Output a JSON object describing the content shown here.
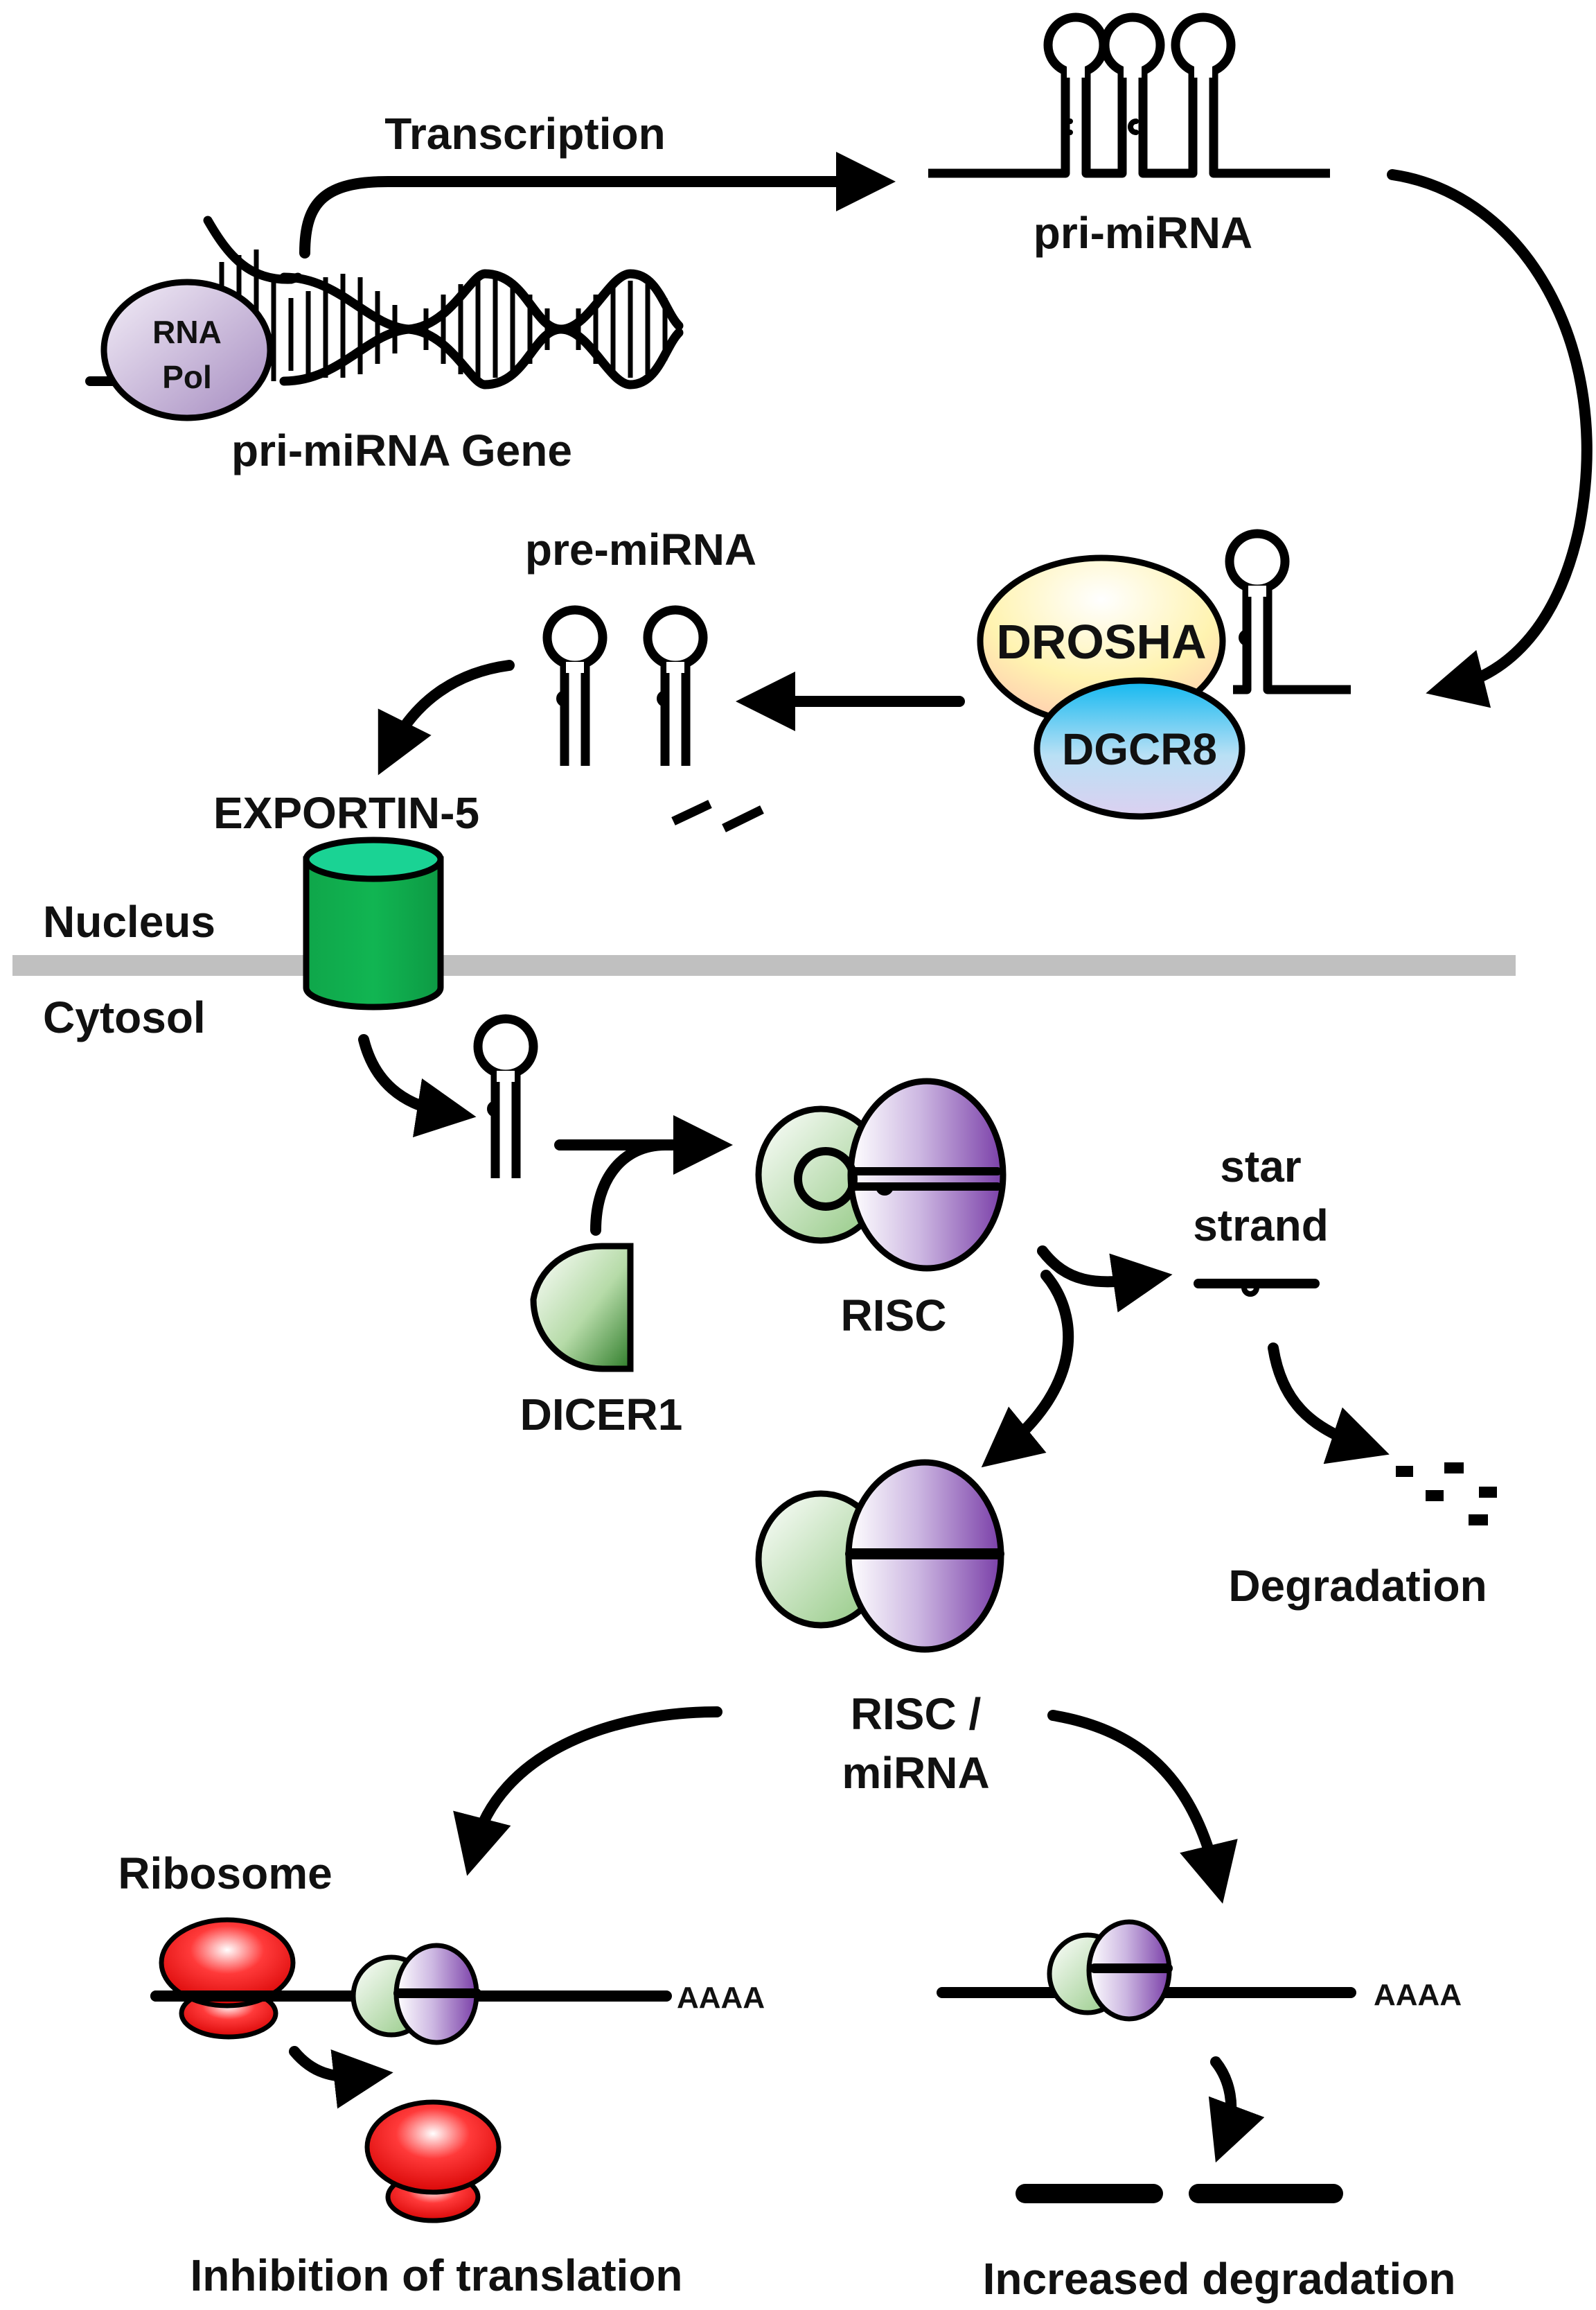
{
  "labels": {
    "transcription": "Transcription",
    "pri_mirna": "pri-miRNA",
    "pri_mirna_gene": "pri-miRNA Gene",
    "rna_pol_line1": "RNA",
    "rna_pol_line2": "Pol",
    "pre_mirna": "pre-miRNA",
    "drosha": "DROSHA",
    "dgcr8": "DGCR8",
    "exportin5": "EXPORTIN-5",
    "nucleus": "Nucleus",
    "cytosol": "Cytosol",
    "dicer1": "DICER1",
    "risc": "RISC",
    "star_strand_line1": "star",
    "star_strand_line2": "strand",
    "degradation": "Degradation",
    "risc_mirna_line1": "RISC /",
    "risc_mirna_line2": "miRNA",
    "ribosome": "Ribosome",
    "polya_left": "AAAA",
    "polya_right": "AAAA",
    "inhibition": "Inhibition of translation",
    "increased_degradation": "Increased degradation"
  },
  "colors": {
    "drosha_fill": "#fff3b0",
    "dgcr8_fill": "#3cc2ef",
    "exportin_fill": "#0fb04d",
    "exportin_top": "#20d698",
    "dicer_fill": "#7fb872",
    "risc_purple": "#8a55b3",
    "risc_green": "#a8d49a",
    "ribosome_red": "#ee1111",
    "rnapol_fill": "#cbb9d8",
    "membrane": "#c0c0c0"
  }
}
